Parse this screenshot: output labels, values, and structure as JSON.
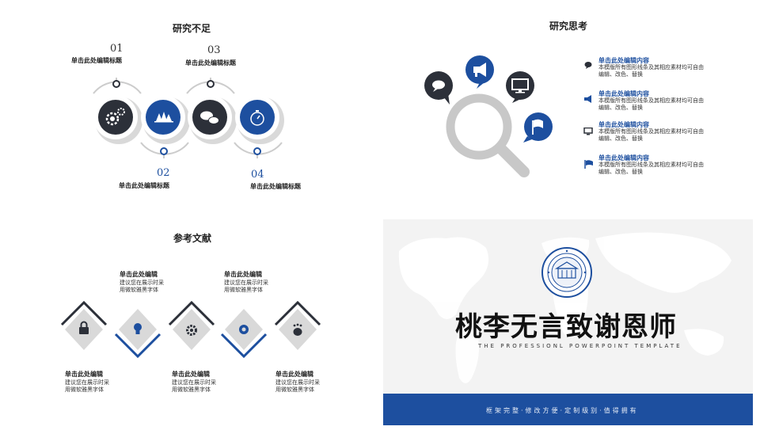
{
  "q1": {
    "title": "研究不足",
    "steps": [
      {
        "num": "01",
        "label": "单击此处编辑标题"
      },
      {
        "num": "02",
        "label": "单击此处编辑标题"
      },
      {
        "num": "03",
        "label": "单击此处编辑标题"
      },
      {
        "num": "04",
        "label": "单击此处编辑标题"
      }
    ],
    "icons": [
      "gears-icon",
      "trees-icon",
      "chat-bubbles-icon",
      "stopwatch-icon"
    ]
  },
  "q2": {
    "title": "研究思考",
    "items": [
      {
        "icon": "speech-bubble-icon",
        "title": "单击此处编辑内容",
        "line1": "本模版所有图形线条及其相应素材均可自由",
        "line2": "编辑、改色、替换"
      },
      {
        "icon": "megaphone-icon",
        "title": "单击此处编辑内容",
        "line1": "本模版所有图形线条及其相应素材均可自由",
        "line2": "编辑、改色、替换"
      },
      {
        "icon": "monitor-icon",
        "title": "单击此处编辑内容",
        "line1": "本模版所有图形线条及其相应素材均可自由",
        "line2": "编辑、改色、替换"
      },
      {
        "icon": "flag-icon",
        "title": "单击此处编辑内容",
        "line1": "本模版所有图形线条及其相应素材均可自由",
        "line2": "编辑、改色、替换"
      }
    ]
  },
  "q3": {
    "title": "参考文献",
    "top": [
      {
        "title": "单击此处编辑",
        "line1": "建议您在展示时采",
        "line2": "用微软雅黑字体"
      },
      {
        "title": "单击此处编辑",
        "line1": "建议您在展示时采",
        "line2": "用微软雅黑字体"
      }
    ],
    "bottom": [
      {
        "title": "单击此处编辑",
        "line1": "建议您在展示时采",
        "line2": "用微软雅黑字体"
      },
      {
        "title": "单击此处编辑",
        "line1": "建议您在展示时采",
        "line2": "用微软雅黑字体"
      },
      {
        "title": "单击此处编辑",
        "line1": "建议您在展示时采",
        "line2": "用微软雅黑字体"
      }
    ],
    "icons": [
      "lock-icon",
      "lightbulb-icon",
      "gear-icon",
      "target-icon",
      "shell-icon"
    ]
  },
  "q4": {
    "title": "桃李无言致谢恩师",
    "subtitle": "THE PROFESSIONL POWERPOINT TEMPLATE",
    "bar_text": "框架完整·修改方便·定制级别·值得拥有",
    "seal_icon": "university-seal-icon"
  },
  "colors": {
    "blue": "#1d4f9f",
    "dark": "#2c3039",
    "gray": "#d9d9d9",
    "lightgray": "#c8c8c8"
  }
}
